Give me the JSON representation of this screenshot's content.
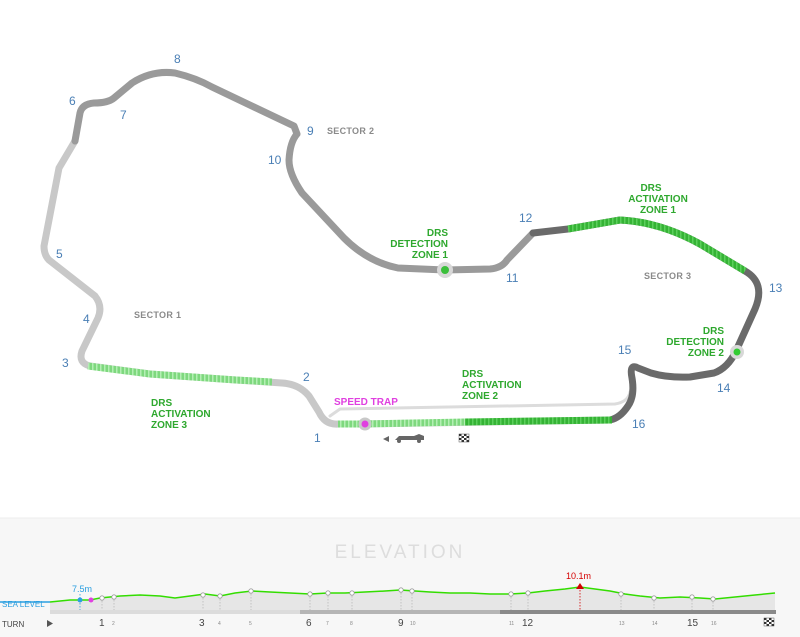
{
  "colors": {
    "sector1": "#c8c8c8",
    "sector2": "#9a9a9a",
    "sector3": "#6a6a6a",
    "drs": "#3bbf3b",
    "drs_light": "#86e386",
    "speed_trap": "#e040e0",
    "turn_label": "#4a7fb5",
    "elevation_line": "#33dd00",
    "elevation_min": "#2b9fe0",
    "elevation_max": "#d40000"
  },
  "sectors": {
    "s1": "SECTOR 1",
    "s2": "SECTOR 2",
    "s3": "SECTOR 3"
  },
  "turns": [
    "1",
    "2",
    "3",
    "4",
    "5",
    "6",
    "7",
    "8",
    "9",
    "10",
    "11",
    "12",
    "13",
    "14",
    "15",
    "16"
  ],
  "drs": {
    "act1": [
      "DRS",
      "ACTIVATION",
      "ZONE 1"
    ],
    "act2": [
      "DRS",
      "ACTIVATION",
      "ZONE 2"
    ],
    "act3": [
      "DRS",
      "ACTIVATION",
      "ZONE 3"
    ],
    "det1": [
      "DRS",
      "DETECTION",
      "ZONE 1"
    ],
    "det2": [
      "DRS",
      "DETECTION",
      "ZONE 2"
    ]
  },
  "speed_trap": "SPEED TRAP",
  "icons": {
    "car": "race-car-icon",
    "direction": "direction-arrow-icon",
    "finish": "checkered-flag-icon"
  },
  "elevation": {
    "title": "ELEVATION",
    "sea_level": "SEA LEVEL",
    "turn_label": "TURN",
    "min_label": "7.5m",
    "max_label": "10.1m",
    "min_m": 7.5,
    "max_m": 10.1,
    "turn_markers_big": [
      "1",
      "3",
      "6",
      "9",
      "12",
      "15"
    ],
    "turn_markers_small": [
      "2",
      "4",
      "5",
      "7",
      "8",
      "10",
      "11",
      "13",
      "14",
      "16"
    ]
  }
}
